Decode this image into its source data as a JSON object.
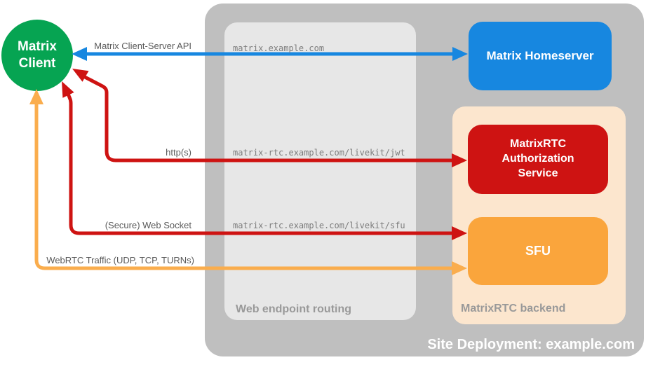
{
  "diagram_title": "Site Deployment: example.com",
  "client": {
    "label_line1": "Matrix",
    "label_line2": "Client",
    "color": "#06a452"
  },
  "homeserver": {
    "label": "Matrix Homeserver",
    "color": "#1787e0"
  },
  "endpoint_box": {
    "caption": "Web endpoint routing",
    "color": "#e7e7e7",
    "routes": [
      "matrix.example.com",
      "matrix-rtc.example.com/livekit/jwt",
      "matrix-rtc.example.com/livekit/sfu"
    ]
  },
  "backend": {
    "caption": "MatrixRTC backend",
    "color": "#fce6ce",
    "auth_service": {
      "label": "MatrixRTC Authorization Service",
      "color": "#ce1312"
    },
    "sfu": {
      "label": "SFU",
      "color": "#faa53c"
    }
  },
  "site": {
    "caption": "Site Deployment: example.com",
    "color": "#bfbfbf"
  },
  "arrows": [
    {
      "name": "matrix-client-server-api",
      "label": "Matrix Client-Server API",
      "color": "#1787e0",
      "from": "Matrix Client",
      "to": "Matrix Homeserver",
      "bidirectional": true
    },
    {
      "name": "https",
      "label": "http(s)",
      "color": "#ce1312",
      "from": "Matrix Client",
      "to": "MatrixRTC Authorization Service",
      "bidirectional": true
    },
    {
      "name": "secure-web-socket",
      "label": "(Secure) Web Socket",
      "color": "#ce1312",
      "from": "Matrix Client",
      "to": "SFU",
      "bidirectional": true
    },
    {
      "name": "webrtc-traffic",
      "label": "WebRTC Traffic (UDP, TCP, TURNs)",
      "color": "#faad4d",
      "from": "Matrix Client",
      "to": "SFU",
      "bidirectional": true
    }
  ]
}
